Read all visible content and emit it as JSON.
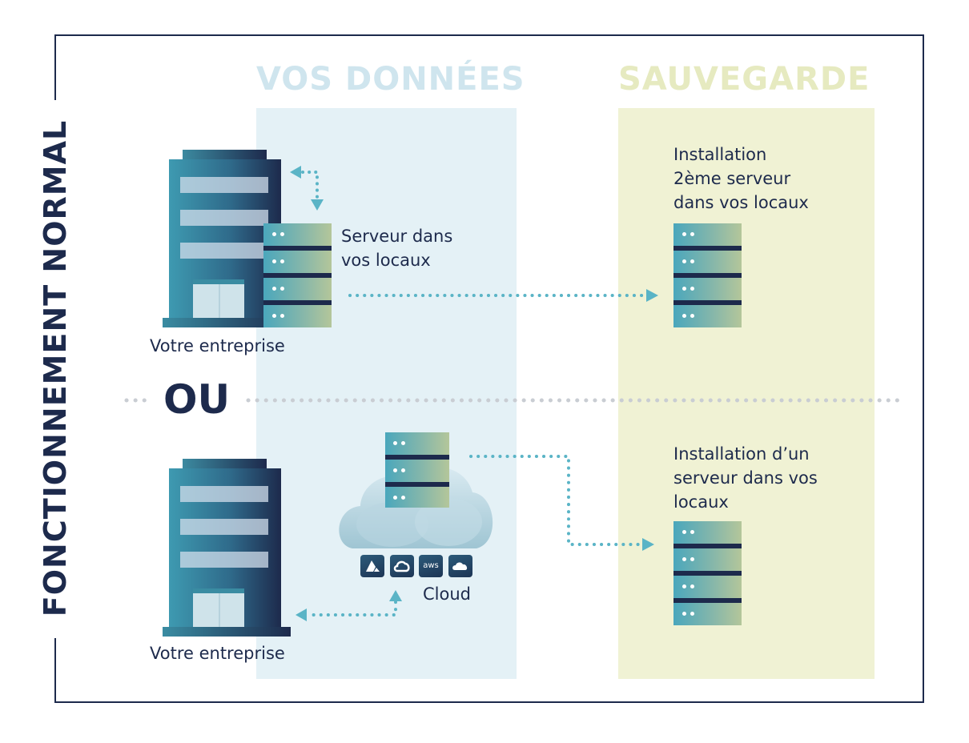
{
  "side_title": "FONCTIONNEMENT NORMAL",
  "columns": {
    "data_header": "VOS DONNÉES",
    "backup_header": "SAUVEGARDE"
  },
  "top_row": {
    "company_label": "Votre entreprise",
    "server_label_line1": "Serveur dans",
    "server_label_line2": "vos locaux",
    "backup_line1": "Installation",
    "backup_line2": "2ème serveur",
    "backup_line3": "dans vos locaux"
  },
  "separator": "OU",
  "bottom_row": {
    "company_label": "Votre entreprise",
    "cloud_label": "Cloud",
    "cloud_providers": [
      "azure-icon",
      "google-cloud-icon",
      "aws-icon",
      "onedrive-icon"
    ],
    "aws_text": "aws",
    "backup_line1": "Installation d’un",
    "backup_line2": "serveur dans vos",
    "backup_line3": "locaux"
  },
  "colors": {
    "navy": "#1d2a4c",
    "teal": "#4aa7bc",
    "data_column": "#e4f1f6",
    "backup_column": "#f0f2d4",
    "arrow": "#5ab4c6"
  }
}
